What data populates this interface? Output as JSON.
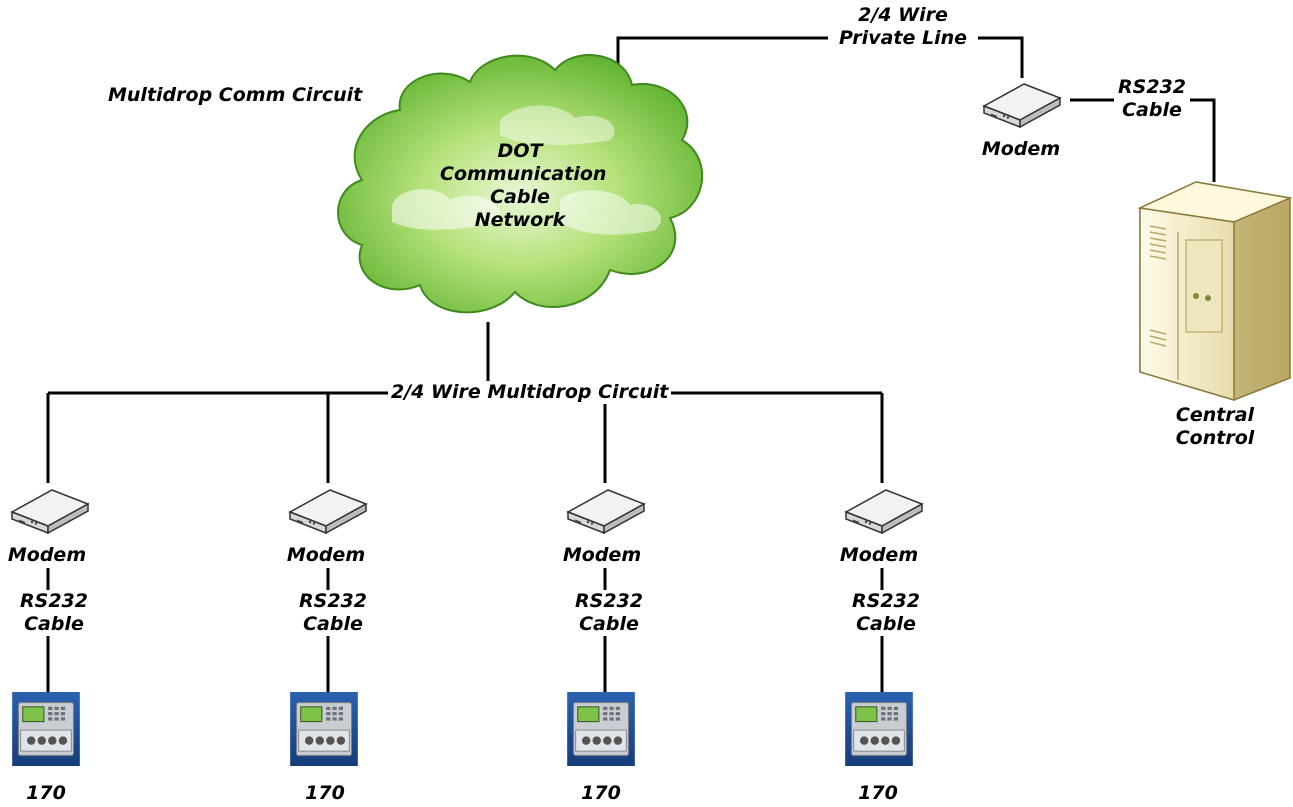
{
  "title": "Multidrop Comm Circuit",
  "cloud": {
    "lines": [
      "DOT",
      "Communication",
      "Cable",
      "Network"
    ],
    "color": "#8fd14f"
  },
  "private_line": {
    "lines": [
      "2/4 Wire",
      "Private Line"
    ]
  },
  "multidrop_label": "2/4 Wire Multidrop Circuit",
  "central": {
    "modem_label": "Modem",
    "cable_lines": [
      "RS232",
      "Cable"
    ],
    "server_lines": [
      "Central",
      "Control"
    ]
  },
  "field_sites": [
    {
      "modem_label": "Modem",
      "cable_lines": [
        "RS232",
        "Cable"
      ],
      "controller_label": "170"
    },
    {
      "modem_label": "Modem",
      "cable_lines": [
        "RS232",
        "Cable"
      ],
      "controller_label": "170"
    },
    {
      "modem_label": "Modem",
      "cable_lines": [
        "RS232",
        "Cable"
      ],
      "controller_label": "170"
    },
    {
      "modem_label": "Modem",
      "cable_lines": [
        "RS232",
        "Cable"
      ],
      "controller_label": "170"
    }
  ],
  "icons": {
    "cloud": "cloud-icon",
    "modem": "modem-icon",
    "server": "server-tower-icon",
    "controller": "traffic-controller-icon"
  },
  "colors": {
    "line": "#000000",
    "controller_bg": "#1f4f9a",
    "controller_screen": "#7fc24a",
    "server_body": "#f3ecc9"
  }
}
